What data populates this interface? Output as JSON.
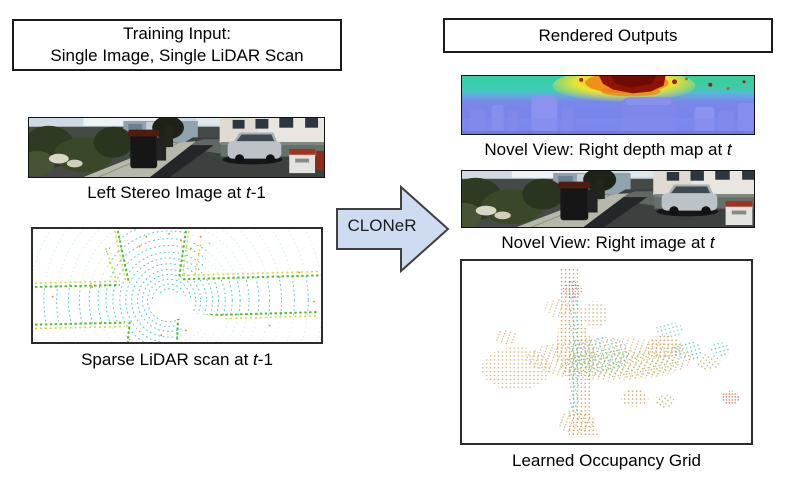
{
  "left_panel": {
    "title_line1": "Training Input:",
    "title_line2": "Single Image, Single LiDAR Scan",
    "stereo_caption": {
      "text": "Left Stereo Image at ",
      "time_var": "t",
      "time_suffix": "-1"
    },
    "lidar_caption": {
      "text": "Sparse LiDAR scan at ",
      "time_var": "t",
      "time_suffix": "-1"
    }
  },
  "arrow": {
    "label": "CLONeR",
    "fill": "#cddcf0"
  },
  "right_panel": {
    "title": "Rendered Outputs",
    "depth_caption": {
      "text": "Novel View: Right depth map at ",
      "time_var": "t",
      "time_suffix": ""
    },
    "image_caption": {
      "text": "Novel View: Right image at ",
      "time_var": "t",
      "time_suffix": ""
    },
    "occupancy_caption": "Learned Occupancy Grid"
  }
}
